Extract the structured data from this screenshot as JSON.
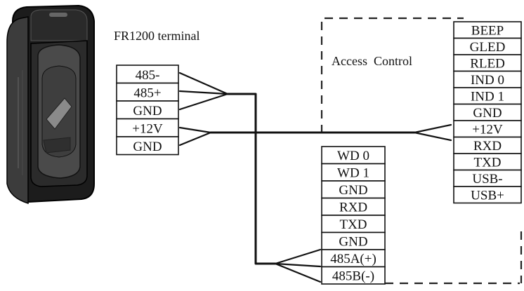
{
  "title": "FR1200 terminal",
  "access_label": "Access  Control",
  "fr1200_terminals": [
    "485-",
    "485+",
    "GND",
    "+12V",
    "GND"
  ],
  "middle_terminals": [
    "WD 0",
    "WD 1",
    "GND",
    "RXD",
    "TXD",
    "GND",
    "485A(+)",
    "485B(-)"
  ],
  "access_terminals": [
    "BEEP",
    "GLED",
    "RLED",
    "IND 0",
    "IND 1",
    "GND",
    "+12V",
    "RXD",
    "TXD",
    "USB-",
    "USB+"
  ],
  "device": {
    "name": "fingerprint-reader-device",
    "body_color": "#1e1e1e",
    "sensor_color": "#3a3a3a"
  }
}
